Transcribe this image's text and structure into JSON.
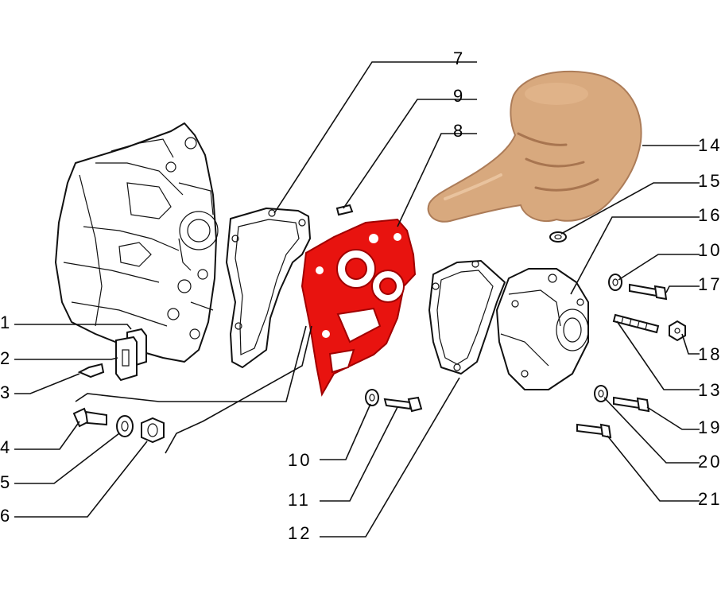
{
  "diagram": {
    "highlight_color": "#e8130f",
    "pointer_icon": "pointing-hand-icon",
    "labels": [
      {
        "id": "1",
        "text": "1"
      },
      {
        "id": "2",
        "text": "2"
      },
      {
        "id": "3",
        "text": "3"
      },
      {
        "id": "4",
        "text": "4"
      },
      {
        "id": "5",
        "text": "5"
      },
      {
        "id": "6",
        "text": "6"
      },
      {
        "id": "7",
        "text": "7"
      },
      {
        "id": "8",
        "text": "8"
      },
      {
        "id": "9",
        "text": "9"
      },
      {
        "id": "10a",
        "text": "10"
      },
      {
        "id": "10b",
        "text": "10"
      },
      {
        "id": "11",
        "text": "11"
      },
      {
        "id": "12",
        "text": "12"
      },
      {
        "id": "13",
        "text": "13"
      },
      {
        "id": "14",
        "text": "14"
      },
      {
        "id": "15",
        "text": "15"
      },
      {
        "id": "16",
        "text": "16"
      },
      {
        "id": "17",
        "text": "17"
      },
      {
        "id": "18",
        "text": "18"
      },
      {
        "id": "19",
        "text": "19"
      },
      {
        "id": "20",
        "text": "20"
      },
      {
        "id": "21",
        "text": "21"
      }
    ]
  }
}
